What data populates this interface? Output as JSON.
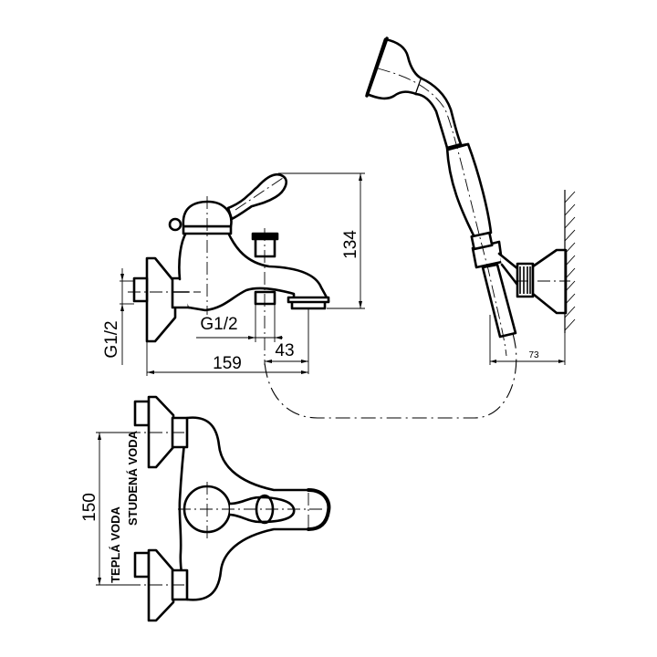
{
  "drawing": {
    "title": "Bath mixer with hand shower - technical drawing",
    "views": [
      "side-view-mixer",
      "hand-shower-with-wall-holder",
      "top-view-mixer"
    ]
  },
  "dimensions": {
    "mixer_height": "134",
    "inlet_thread": "G1/2",
    "outlet_thread": "G1/2",
    "overall_depth": "159",
    "outlet_offset": "43",
    "holder_projection": "73",
    "inlet_spacing": "150"
  },
  "labels": {
    "hot_water": "TEPLÁ VODA",
    "cold_water": "STUDENÁ VODA"
  },
  "colors": {
    "line": "#000000",
    "background": "#ffffff"
  }
}
